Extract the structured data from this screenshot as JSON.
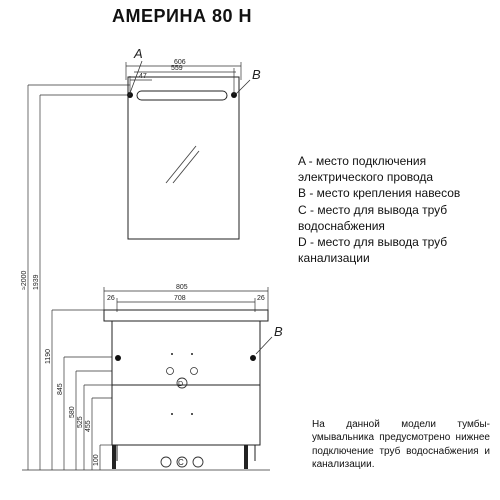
{
  "title": "АМЕРИНА 80 Н",
  "legend": [
    "A - место подключения",
    "электрического провода",
    "B - место крепления навесов",
    "C - место для вывода труб",
    "водоснабжения",
    "D - место для вывода труб",
    "канализации"
  ],
  "note": "На данной модели тумбы-умывальника предусмотрено нижнее подключение труб водоснабжения и канализации.",
  "markers": {
    "a": "A",
    "b_top": "B",
    "b_bottom": "B",
    "c": "C",
    "d": "D"
  },
  "dimensions": {
    "mirror_width": "606",
    "mirror_inner": "559",
    "mirror_offset": "47",
    "cabinet_width": "805",
    "cabinet_inner": "708",
    "cabinet_side_left": "26",
    "cabinet_side_right": "26",
    "h_2000": "≈2000",
    "h_1939": "1939",
    "h_1190": "1190",
    "h_845": "845",
    "h_580": "580",
    "h_525": "525",
    "h_455": "455",
    "h_100": "100"
  }
}
